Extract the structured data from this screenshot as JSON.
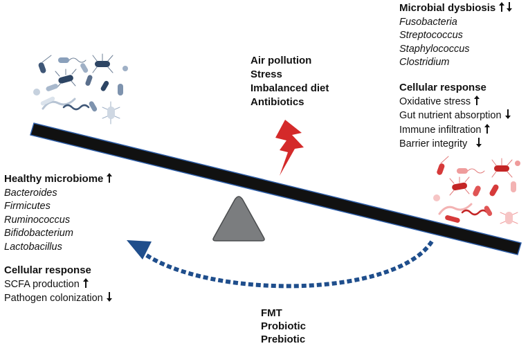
{
  "disruptors": {
    "items": [
      "Air pollution",
      "Stress",
      "Imbalanced diet",
      "Antibiotics"
    ]
  },
  "dysbiosis": {
    "title": "Microbial dysbiosis",
    "taxa": [
      "Fusobacteria",
      "Streptococcus",
      "Staphylococcus",
      "Clostridium"
    ]
  },
  "dysbiosis_response": {
    "title": "Cellular response",
    "items": [
      {
        "label": "Oxidative stress",
        "direction": "up"
      },
      {
        "label": "Gut nutrient absorption",
        "direction": "down"
      },
      {
        "label": "Immune infiltration",
        "direction": "up"
      },
      {
        "label": "Barrier integrity",
        "direction": "down"
      }
    ]
  },
  "healthy": {
    "title": "Healthy microbiome",
    "taxa": [
      "Bacteroides",
      "Firmicutes",
      "Ruminococcus",
      "Bifidobacterium",
      "Lactobacillus"
    ]
  },
  "healthy_response": {
    "title": "Cellular response",
    "items": [
      {
        "label": "SCFA production",
        "direction": "up"
      },
      {
        "label": "Pathogen colonization",
        "direction": "down"
      }
    ]
  },
  "therapies": {
    "items": [
      "FMT",
      "Probiotic",
      "Prebiotic"
    ]
  },
  "colors": {
    "beam": "#111111",
    "fulcrum": "#7b7d7f",
    "lightning": "#d42a2a",
    "restore_arrow": "#1f4e8c",
    "healthy_bacteria": "#3f5777",
    "dysbiotic_bacteria": "#d63a3a"
  },
  "icons": {
    "disruption": "lightning-bolt-icon",
    "healthy_cluster": "healthy-bacteria-icon",
    "dysbiotic_cluster": "pathogenic-bacteria-icon"
  }
}
